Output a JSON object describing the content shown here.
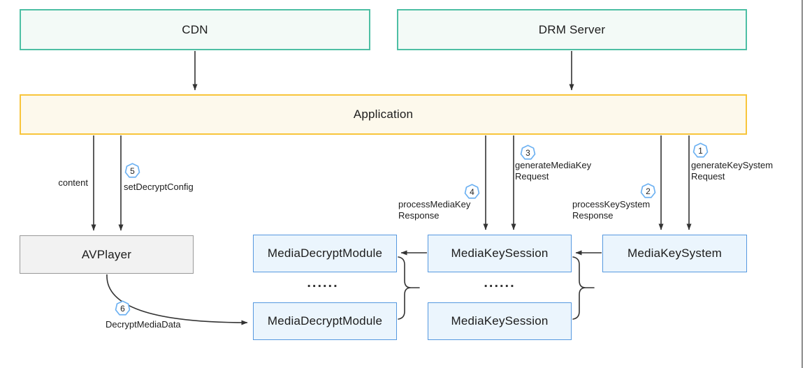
{
  "nodes": {
    "cdn": "CDN",
    "drm_server": "DRM Server",
    "application": "Application",
    "avplayer": "AVPlayer",
    "media_decrypt_module_top": "MediaDecryptModule",
    "media_decrypt_module_bottom": "MediaDecryptModule",
    "media_key_session_top": "MediaKeySession",
    "media_key_session_bottom": "MediaKeySession",
    "media_key_system": "MediaKeySystem"
  },
  "edges": {
    "content": {
      "label": "content"
    },
    "set_decrypt_config": {
      "step": "5",
      "label": "setDecryptConfig"
    },
    "generate_key_system_request": {
      "step": "1",
      "label": "generateKeySystem\nRequest"
    },
    "process_key_system_response": {
      "step": "2",
      "label": "processKeySystem\nResponse"
    },
    "generate_media_key_request": {
      "step": "3",
      "label": "generateMediaKey\nRequest"
    },
    "process_media_key_response": {
      "step": "4",
      "label": "processMediaKey\nResponse"
    },
    "decrypt_media_data": {
      "step": "6",
      "label": "DecryptMediaData"
    }
  },
  "ellipsis": "......",
  "colors": {
    "node_green_border": "#4DBFA4",
    "node_green_fill": "#F3FAF7",
    "node_yellow_border": "#F8C53B",
    "node_yellow_fill": "#FDF9EC",
    "node_blue_border": "#5598E0",
    "node_blue_fill": "#EBF5FD",
    "node_gray_border": "#999999",
    "node_gray_fill": "#F2F2F2",
    "badge_border": "#6CB1F2",
    "arrow": "#333333",
    "text": "#1C1C1C"
  }
}
